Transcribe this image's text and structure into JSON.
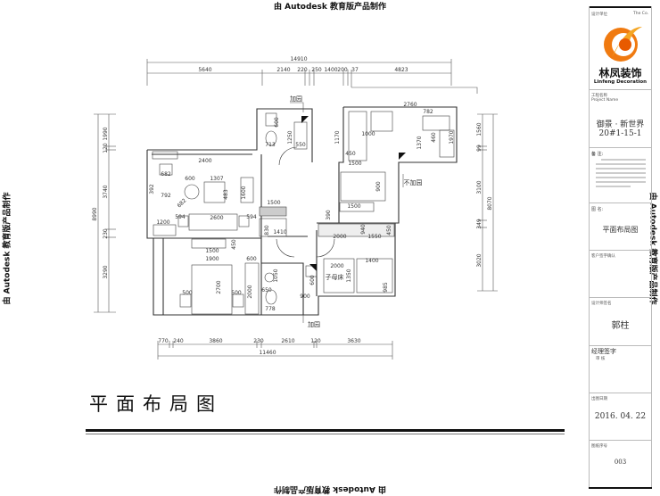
{
  "watermark": "由 Autodesk 教育版产品制作",
  "plan": {
    "title": "平面布局图",
    "labels": [
      "加园",
      "不加园",
      "加园",
      "子母床"
    ],
    "dims_top": [
      "14910",
      "5640",
      "2140",
      "220",
      "250",
      "1400",
      "200",
      "37",
      "4823"
    ],
    "dims_left": [
      "1990",
      "120",
      "3740",
      "230",
      "3290",
      "8990"
    ],
    "dims_right": [
      "1560",
      "99",
      "3100",
      "349",
      "3020",
      "8070"
    ],
    "dims_bottom": [
      "770",
      "240",
      "3860",
      "230",
      "2610",
      "120",
      "3630",
      "11460"
    ],
    "dims_interior": [
      "2400",
      "682",
      "600",
      "1307",
      "483",
      "1600",
      "392",
      "792",
      "682",
      "1500",
      "594",
      "2600",
      "594",
      "1200",
      "830",
      "1410",
      "450",
      "1500",
      "1900",
      "600",
      "2700",
      "2000",
      "500",
      "500",
      "1050",
      "650",
      "778",
      "600",
      "900",
      "2000",
      "1350",
      "1400",
      "985",
      "2000",
      "1550",
      "940",
      "450",
      "1500",
      "390",
      "900",
      "1500",
      "450",
      "1170",
      "1000",
      "2760",
      "782",
      "1370",
      "460",
      "1970",
      "600",
      "1250",
      "713",
      "550"
    ]
  },
  "title_block": {
    "company_label": "设计单位",
    "company_label_en": "The Co.",
    "logo_text": "林凤装饰",
    "logo_text_en": "Linfeng Decoration",
    "brand_color": "#f07a10",
    "project_label": "工程名称",
    "project_label_en": "Project Name",
    "project_name": "御景 · 新世界",
    "project_unit": "20#1-15-1",
    "remarks_label": "备 注:",
    "drawing_name_label": "图 名:",
    "drawing_name": "平面布局图",
    "client_sign_label": "客户签字确认",
    "designer_label": "设计师签名",
    "designer": "郭柱",
    "manager_label": "经理签字",
    "review_label": "审 核",
    "date_label": "出图日期",
    "date": "2016. 04. 22",
    "sheet_label": "图纸序号",
    "sheet_no": "003"
  }
}
